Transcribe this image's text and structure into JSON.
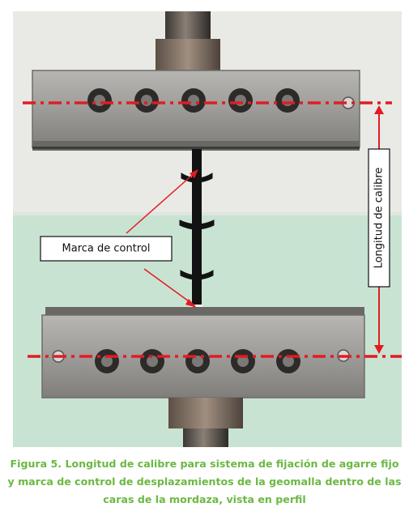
{
  "photo": {
    "callout_marca": "Marca de control",
    "callout_longitud": "Longitud de calibre"
  },
  "caption": {
    "line1": "Figura 5. Longitud de calibre para sistema de fijación de agarre fijo",
    "line2": "y marca de control de desplazamientos de la geomalla dentro de las",
    "line3": "caras de la mordaza, vista en perfil"
  },
  "colors": {
    "annotation_red": "#e31b23",
    "caption_green": "#6cb842",
    "wall_upper": "#e9eae6",
    "wall_lower": "#c9e3d2"
  }
}
